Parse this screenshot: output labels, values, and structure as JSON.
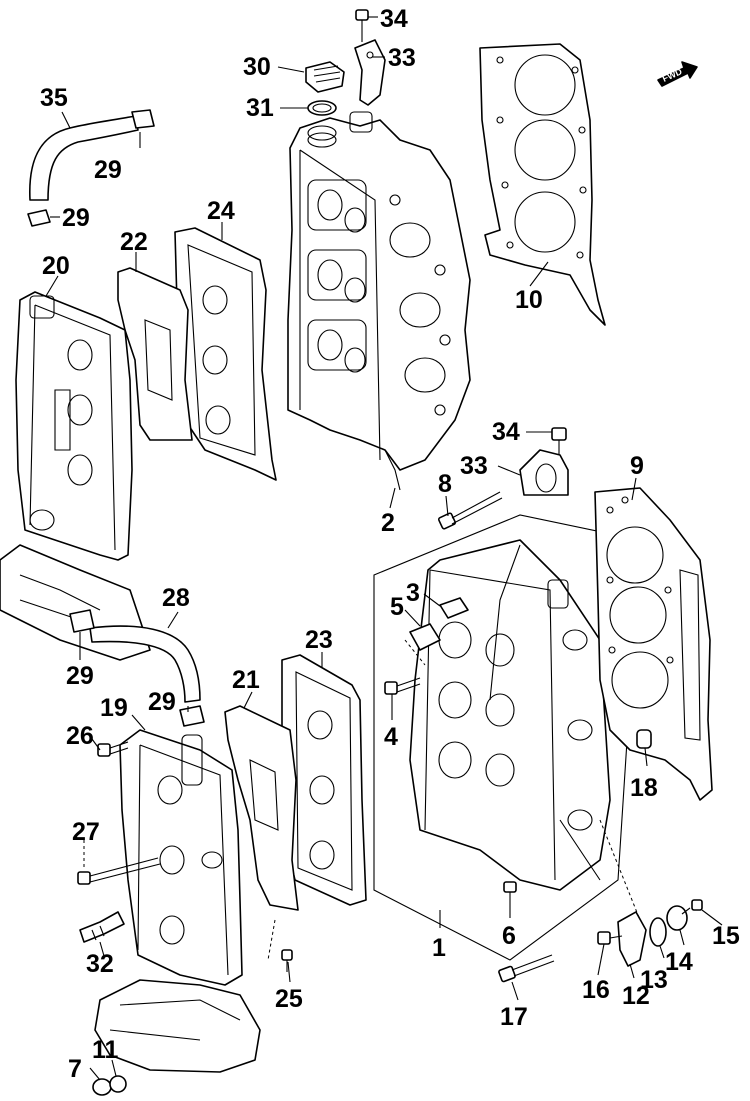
{
  "diagram": {
    "fwd_label": "FWD",
    "callouts": {
      "c34a": "34",
      "c33a": "33",
      "c30": "30",
      "c31": "31",
      "c35": "35",
      "c29a": "29",
      "c29b": "29",
      "c24": "24",
      "c22": "22",
      "c20": "20",
      "c10": "10",
      "c34b": "34",
      "c33b": "33",
      "c9": "9",
      "c8": "8",
      "c2": "2",
      "c3": "3",
      "c5": "5",
      "c28": "28",
      "c29c": "29",
      "c23": "23",
      "c21": "21",
      "c29d": "29",
      "c19": "19",
      "c26": "26",
      "c4": "4",
      "c18": "18",
      "c27": "27",
      "c1": "1",
      "c6": "6",
      "c15": "15",
      "c14": "14",
      "c13": "13",
      "c12": "12",
      "c16": "16",
      "c32": "32",
      "c25": "25",
      "c17": "17",
      "c7": "7",
      "c11": "11"
    }
  }
}
